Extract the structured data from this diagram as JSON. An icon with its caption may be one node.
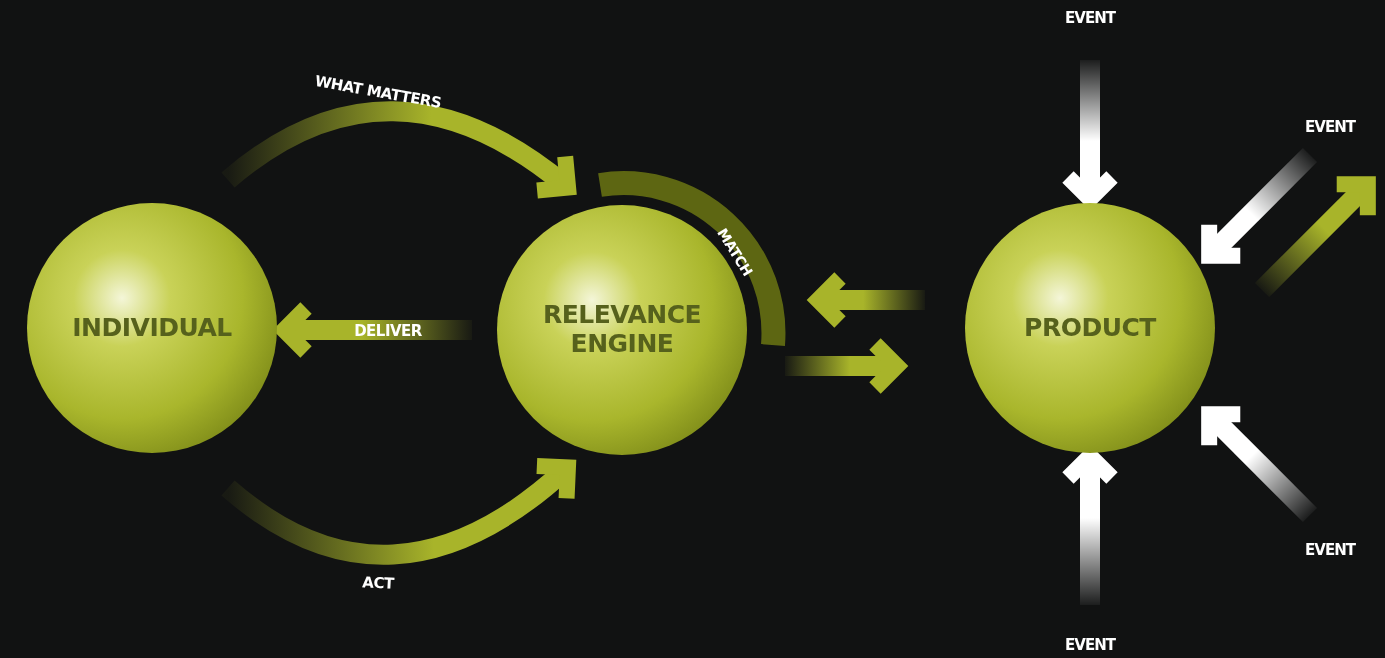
{
  "diagram": {
    "nodes": [
      {
        "text": [
          "INDIVIDUAL"
        ]
      },
      {
        "text": [
          "RELEVANCE ENGINE"
        ]
      },
      {
        "text": [
          "PRODUCT"
        ]
      },
      {
        "text": [
          "EVENT"
        ]
      },
      {
        "text": [
          "EVENT"
        ]
      },
      {
        "text": [
          "EVENT"
        ]
      },
      {
        "text": [
          "EVENT"
        ]
      }
    ],
    "edges": [
      {
        "from": 0,
        "to": 1,
        "arrow": "to",
        "label": "WHAT MATTERS"
      },
      {
        "from": 1,
        "to": 0,
        "arrow": "to",
        "label": "DELIVER"
      },
      {
        "from": 0,
        "to": 1,
        "arrow": "to",
        "label": "ACT"
      },
      {
        "from": 2,
        "to": 1,
        "arrow": "to"
      },
      {
        "from": 1,
        "to": 2,
        "arrow": "to"
      },
      {
        "from": 3,
        "to": 2,
        "arrow": "to",
        "color": "#ffffff"
      },
      {
        "from": 4,
        "to": 2,
        "arrow": "to",
        "color": "#ffffff"
      },
      {
        "from": 2,
        "to": 4,
        "arrow": "to"
      },
      {
        "from": 5,
        "to": 2,
        "arrow": "to",
        "color": "#ffffff"
      },
      {
        "from": 6,
        "to": 2,
        "arrow": "to",
        "color": "#ffffff"
      }
    ],
    "labels": [
      "MATCH"
    ]
  }
}
